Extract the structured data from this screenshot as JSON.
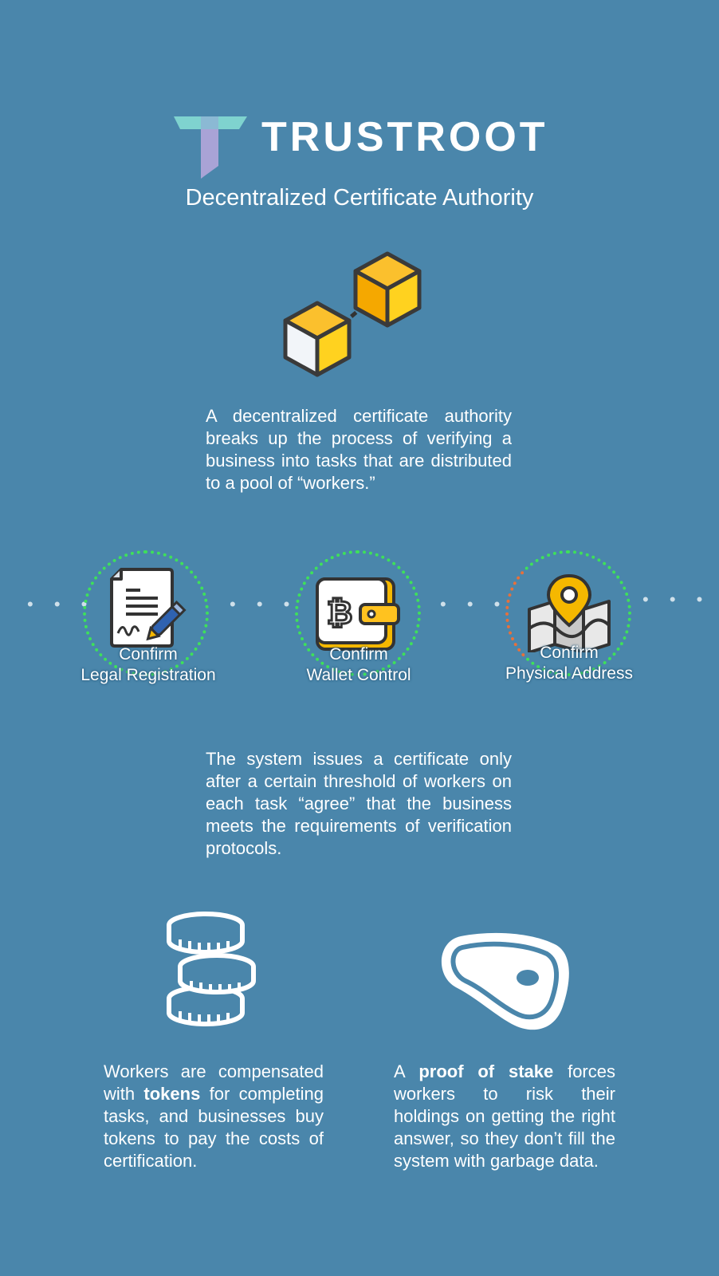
{
  "header": {
    "brand": "TRUSTROOT",
    "tagline": "Decentralized Certificate Authority"
  },
  "intro": {
    "text": "A decentralized certificate authority breaks up the process of verifying a business into tasks that are distributed to a pool of “workers.”"
  },
  "steps": [
    {
      "line1": "Confirm",
      "line2": "Legal Registration",
      "icon": "document-signature-icon"
    },
    {
      "line1": "Confirm",
      "line2": "Wallet Control",
      "icon": "bitcoin-wallet-icon"
    },
    {
      "line1": "Confirm",
      "line2": "Physical Address",
      "icon": "map-pin-icon"
    }
  ],
  "threshold": {
    "text": "The system issues a certificate only after a certain threshold of workers on each task “agree” that the business meets the requirements of verification protocols."
  },
  "tokens": {
    "before": "Workers are compensated with ",
    "bold": "tokens",
    "after": " for completing tasks, and businesses buy tokens to pay the costs of certification."
  },
  "stake": {
    "before": "A ",
    "bold": "proof of stake",
    "after": " forces workers to risk their holdings on getting the right answer, so they don’t fill the system with garbage data."
  },
  "colors": {
    "background": "#4a86ab",
    "accent_yellow": "#f5b800",
    "dotted_ring": "#3ee05a",
    "logo_teal": "#7fd3cf",
    "logo_lavender": "#a9a3d6"
  }
}
